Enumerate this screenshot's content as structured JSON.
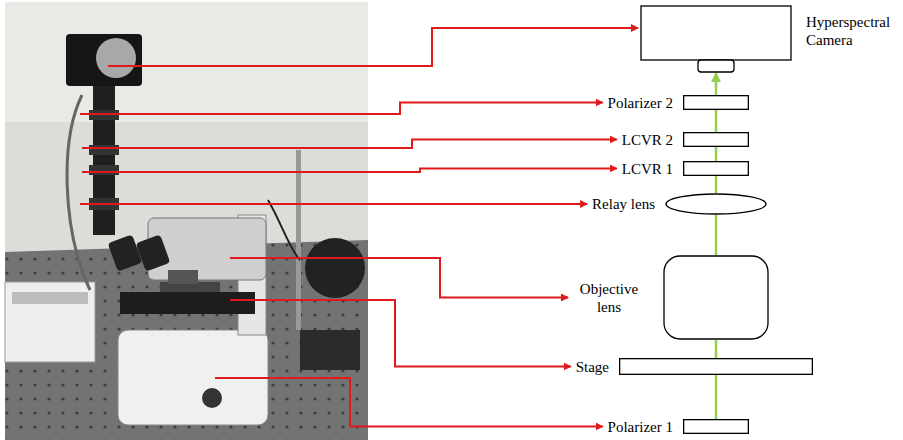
{
  "diagram": {
    "nodes": [
      {
        "text": [
          "Hyperspectral Camera"
        ]
      },
      {
        "text": [
          "Polarizer 2"
        ]
      },
      {
        "text": [
          "LCVR 2"
        ]
      },
      {
        "text": [
          "LCVR 1"
        ]
      },
      {
        "text": [
          "Relay lens"
        ]
      },
      {
        "text": [
          "Objective lens"
        ]
      },
      {
        "text": [
          "Stage"
        ]
      },
      {
        "text": [
          "Polarizer 1"
        ]
      }
    ],
    "edges": [
      {
        "from": 7,
        "to": 6,
        "arrow": "none"
      },
      {
        "from": 6,
        "to": 5,
        "arrow": "none"
      },
      {
        "from": 5,
        "to": 4,
        "arrow": "none"
      },
      {
        "from": 4,
        "to": 3,
        "arrow": "none"
      },
      {
        "from": 3,
        "to": 2,
        "arrow": "none"
      },
      {
        "from": 2,
        "to": 1,
        "arrow": "none"
      },
      {
        "from": 1,
        "to": 0,
        "arrow": "to"
      }
    ]
  }
}
